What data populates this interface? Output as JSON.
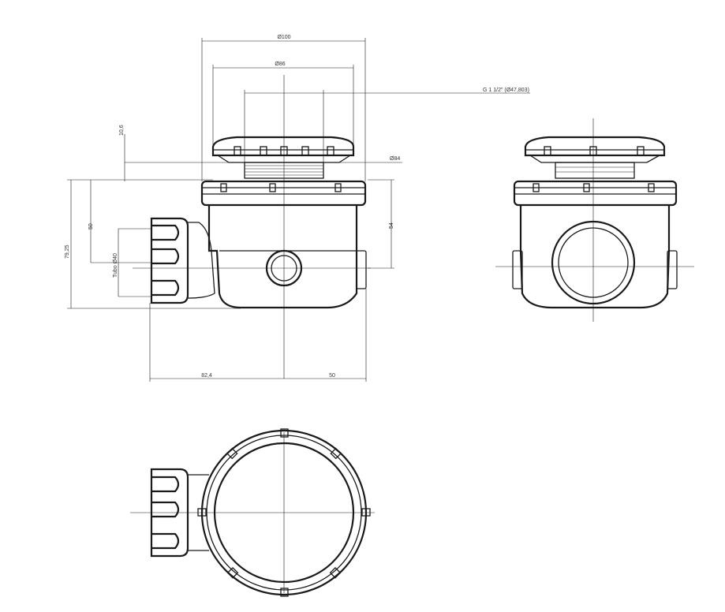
{
  "dimensions": {
    "d100": "Ø100",
    "d86": "Ø86",
    "thread": "G 1 1/2\" (Ø47,803)",
    "d84": "Ø84",
    "h106": "10,6",
    "h50": "50",
    "h7925": "79,25",
    "tube": "Tubo Ø40",
    "h54": "54",
    "w824": "82,4",
    "w50": "50"
  },
  "colors": {
    "line": "#1a1a1a",
    "text": "#333333",
    "background": "#ffffff"
  }
}
